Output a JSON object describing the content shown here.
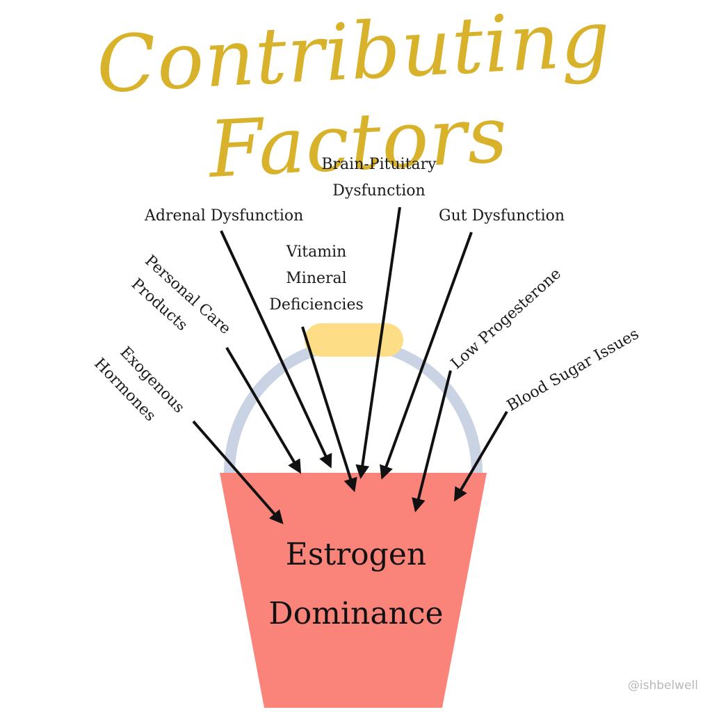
{
  "title": "Contributing Factors",
  "colors": {
    "title": "#d9b22c",
    "bucket": "#fa847a",
    "handle": "#c9d3e3",
    "handle_grip": "#fddd85",
    "arrow": "#111111"
  },
  "bucket": {
    "line1": "Estrogen",
    "line2": "Dominance"
  },
  "factors": {
    "brain_pituitary": {
      "line1": "Brain-Pituitary",
      "line2": "Dysfunction"
    },
    "adrenal": {
      "label": "Adrenal Dysfunction"
    },
    "gut": {
      "label": "Gut Dysfunction"
    },
    "vitamin": {
      "line1": "Vitamin",
      "line2": "Mineral",
      "line3": "Deficiencies"
    },
    "personal_care": {
      "line1": "Personal Care",
      "line2": "Products"
    },
    "low_progesterone": {
      "label": "Low Progesterone"
    },
    "blood_sugar": {
      "label": "Blood Sugar Issues"
    },
    "exogenous": {
      "line1": "Exogenous",
      "line2": "Hormones"
    }
  },
  "watermark": "@ishbelwell"
}
